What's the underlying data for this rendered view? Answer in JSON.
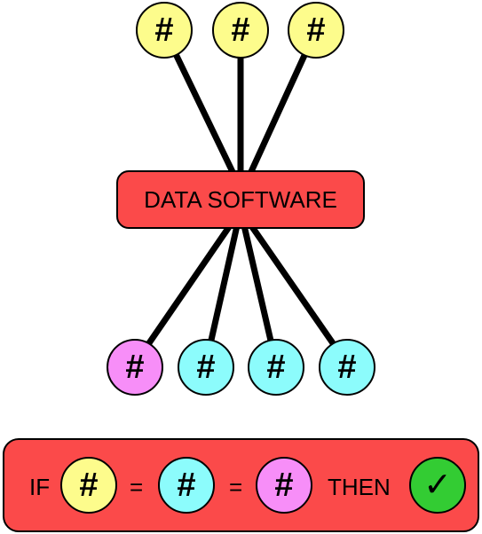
{
  "colors": {
    "yellow": "#fdfc8c",
    "cyan": "#8cfcfc",
    "magenta": "#f78ef8",
    "red": "#fb4a4a",
    "green": "#33cc33"
  },
  "hub": {
    "label": "DATA SOFTWARE"
  },
  "node_symbol": "#",
  "top_nodes": [
    {
      "symbol": "#",
      "color": "yellow"
    },
    {
      "symbol": "#",
      "color": "yellow"
    },
    {
      "symbol": "#",
      "color": "yellow"
    }
  ],
  "bottom_nodes": [
    {
      "symbol": "#",
      "color": "magenta"
    },
    {
      "symbol": "#",
      "color": "cyan"
    },
    {
      "symbol": "#",
      "color": "cyan"
    },
    {
      "symbol": "#",
      "color": "cyan"
    }
  ],
  "rule": {
    "if_label": "IF",
    "equals_1": "=",
    "equals_2": "=",
    "then_label": "THEN",
    "check_symbol": "✓",
    "first_color": "yellow",
    "second_color": "cyan",
    "third_color": "magenta",
    "check_color": "green"
  }
}
